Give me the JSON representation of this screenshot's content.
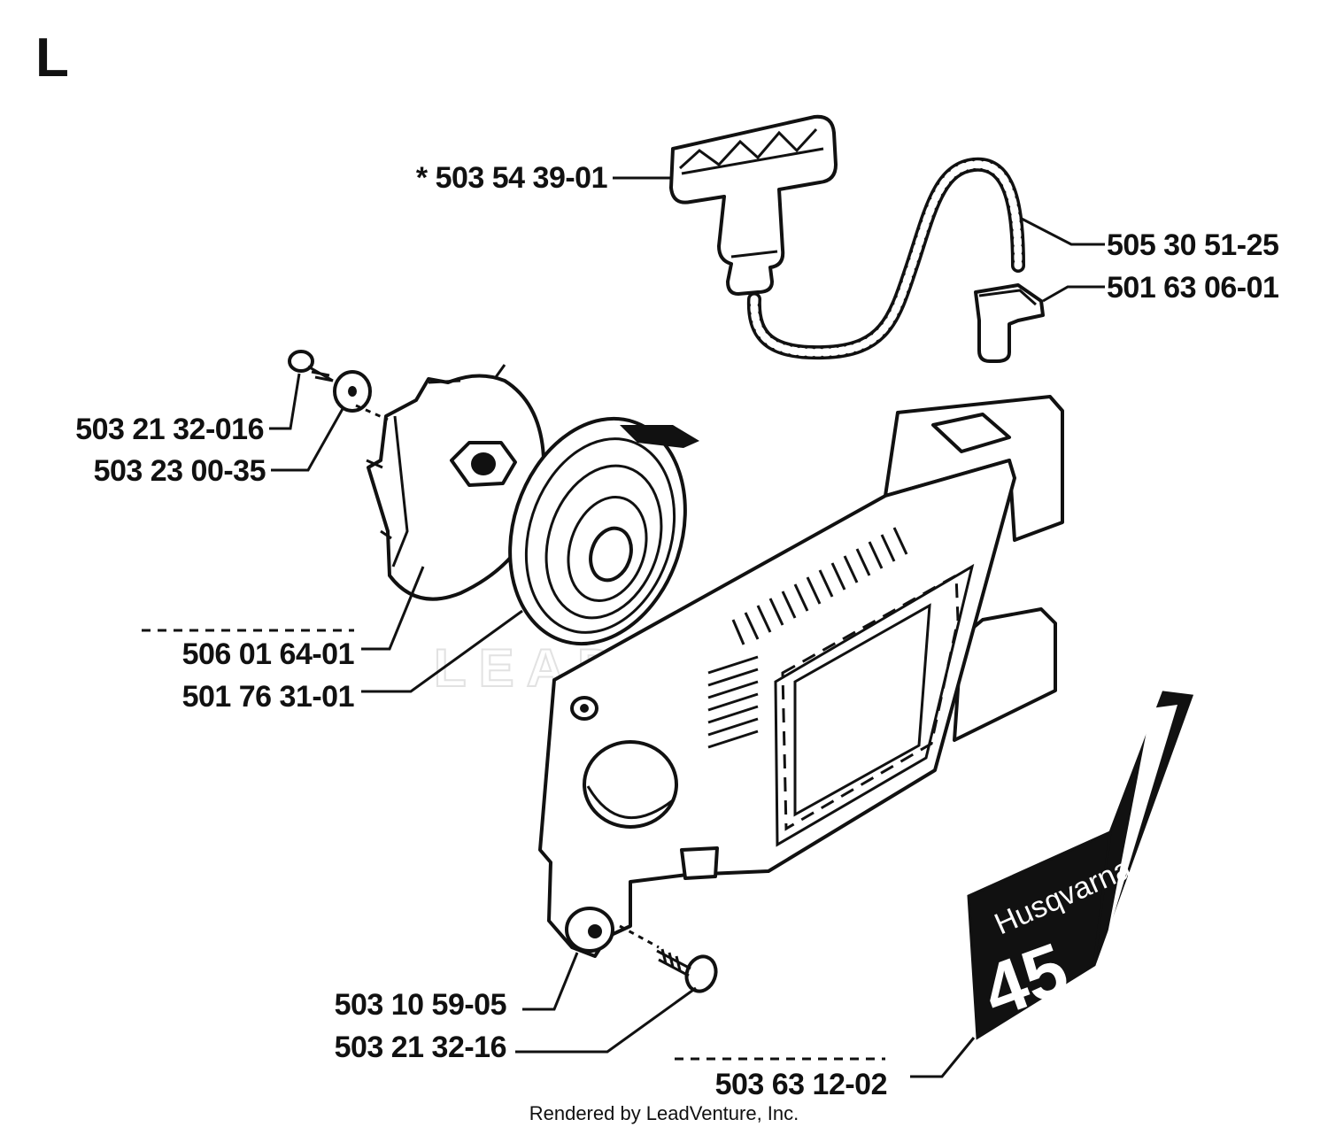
{
  "section_letter": "L",
  "watermark": "LEADVENTURE",
  "credit": "Rendered by LeadVenture, Inc.",
  "decal": {
    "brand": "Husqvarna",
    "model": "45"
  },
  "parts": [
    {
      "id": "starter-handle",
      "label": "* 503 54 39-01"
    },
    {
      "id": "starter-rope",
      "label": "505 30 51-25"
    },
    {
      "id": "rope-guide",
      "label": "501 63 06-01"
    },
    {
      "id": "pulley-screw",
      "label": "503 21 32-016"
    },
    {
      "id": "pulley-washer",
      "label": "503 23 00-35"
    },
    {
      "id": "starter-pulley",
      "label": "506 01 64-01"
    },
    {
      "id": "recoil-spring",
      "label": "501 76 31-01"
    },
    {
      "id": "cover-bushing",
      "label": "503 10 59-05"
    },
    {
      "id": "cover-screw",
      "label": "503 21 32-16"
    },
    {
      "id": "decal-plate",
      "label": "503 63 12-02"
    }
  ]
}
